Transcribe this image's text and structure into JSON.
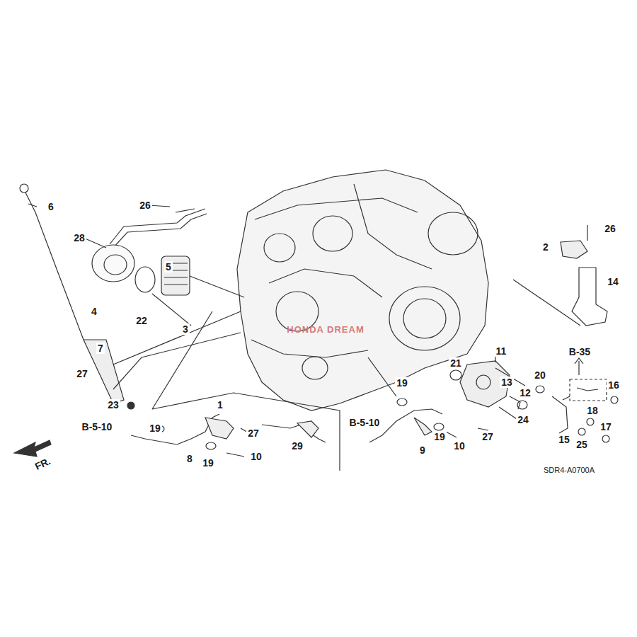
{
  "diagram": {
    "labels": [
      "6",
      "26",
      "5",
      "28",
      "4",
      "22",
      "3",
      "7",
      "27",
      "23",
      "B-5-10",
      "19",
      "8",
      "1",
      "27",
      "19",
      "10",
      "29",
      "B-5-10",
      "19",
      "9",
      "19",
      "10",
      "27",
      "21",
      "11",
      "13",
      "12",
      "24",
      "20",
      "B-35",
      "16",
      "15",
      "18",
      "25",
      "17",
      "2",
      "26",
      "14",
      "FR.",
      "SDR4-A0700A",
      "HONDA DREAM"
    ]
  }
}
